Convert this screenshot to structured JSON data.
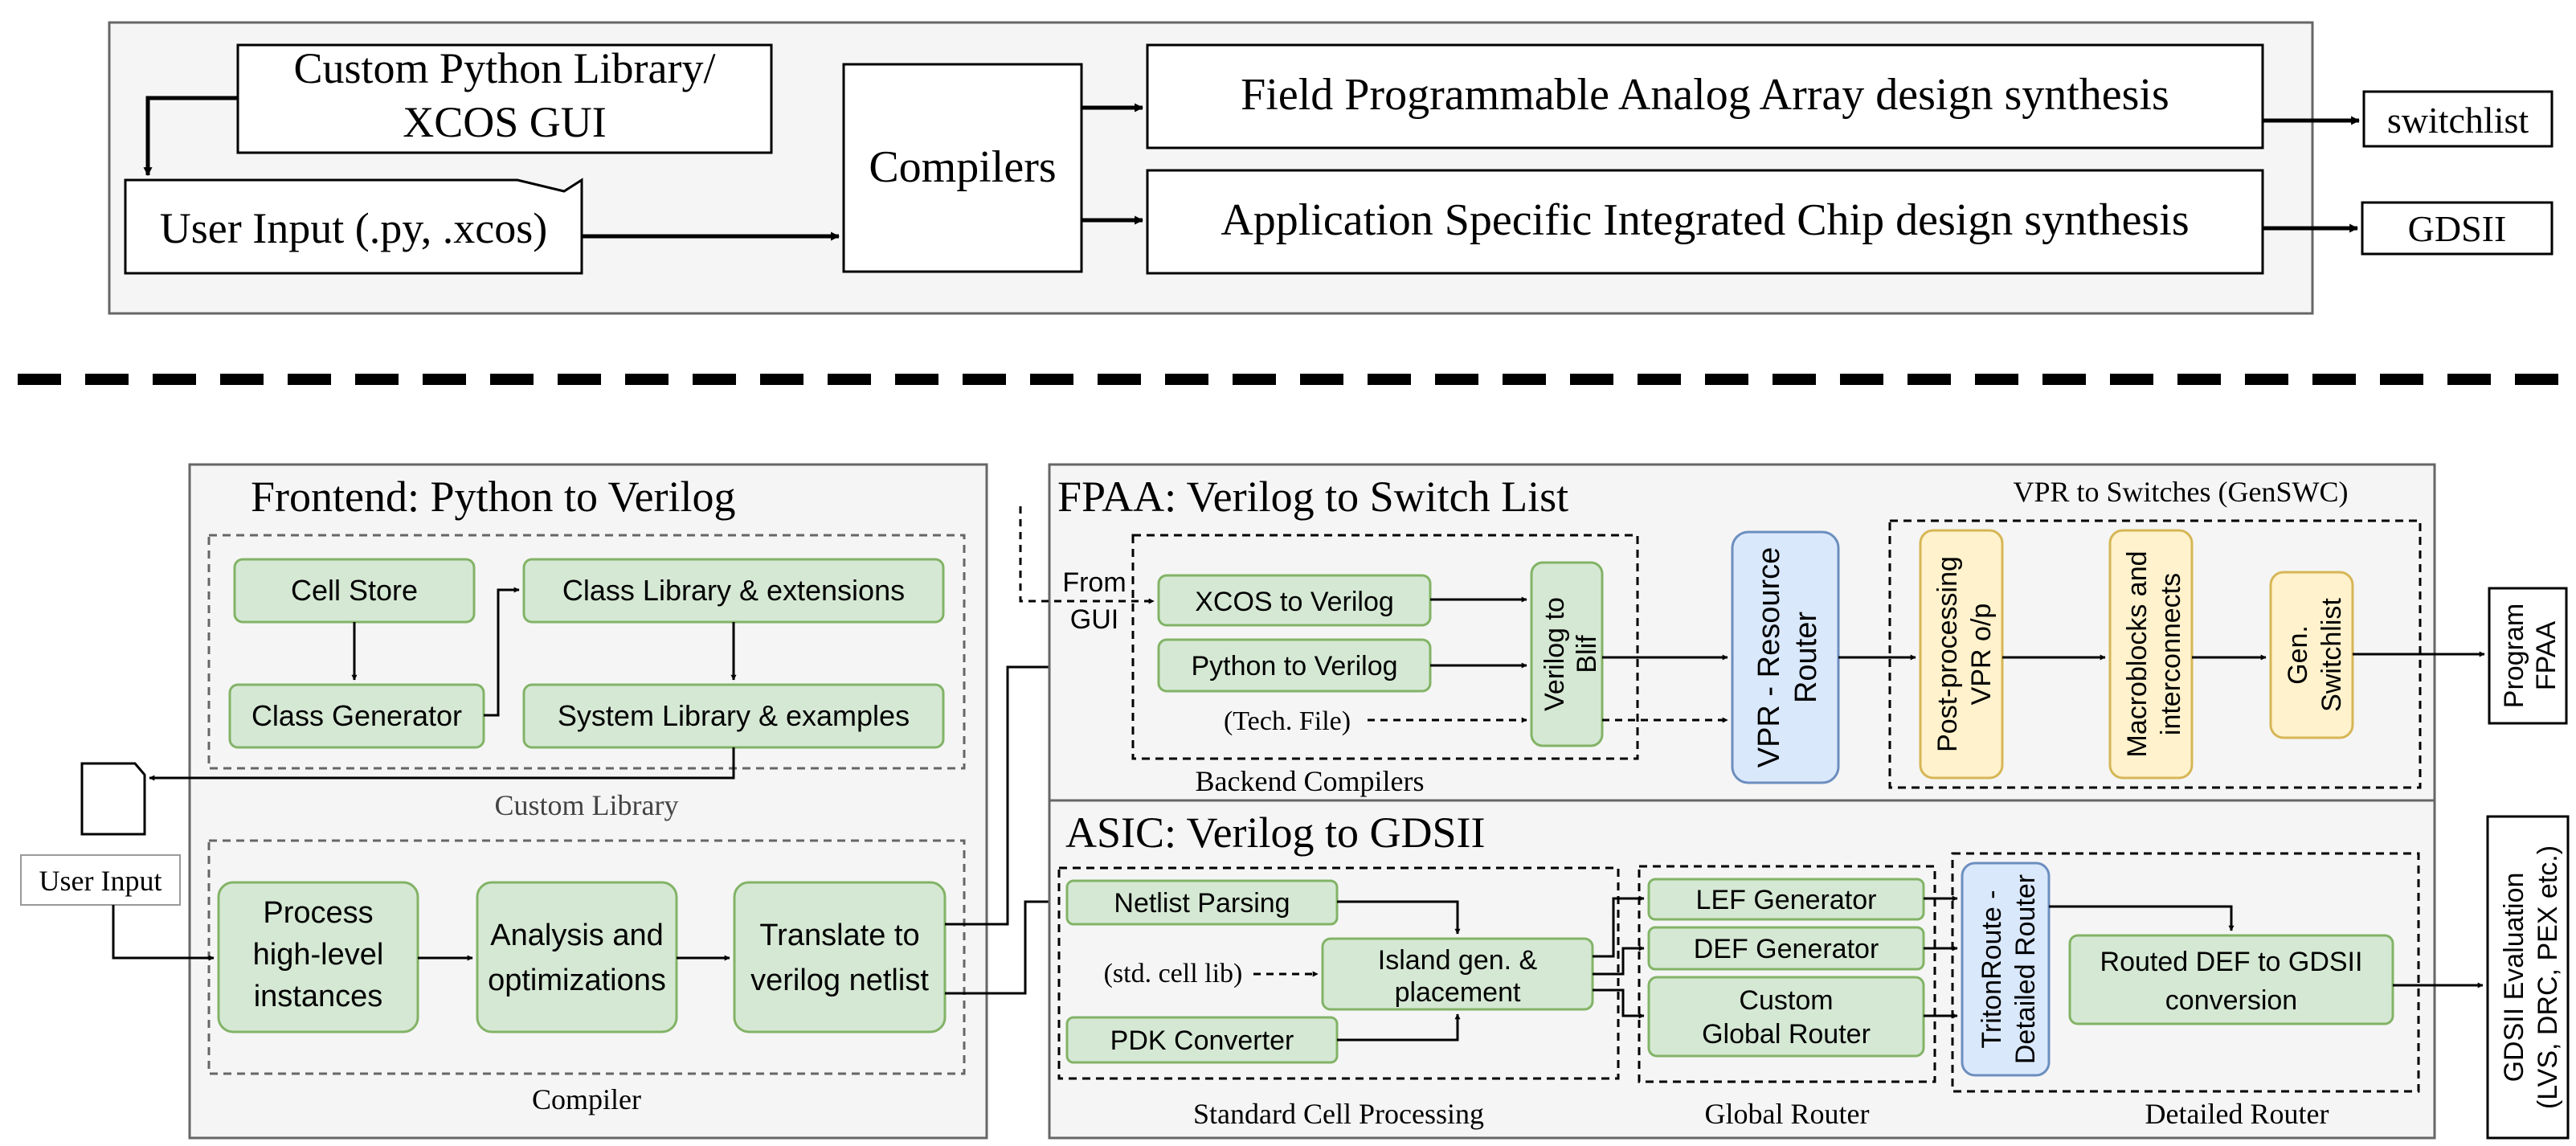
{
  "top": {
    "library_line1": "Custom Python Library/",
    "library_line2": "XCOS GUI",
    "user_input": "User Input (.py, .xcos)",
    "compilers": "Compilers",
    "fpaa_synthesis": "Field Programmable Analog Array design synthesis",
    "asic_synthesis": "Application Specific Integrated Chip design synthesis",
    "switchlist": "switchlist",
    "gdsii": "GDSII"
  },
  "frontend": {
    "title": "Frontend: Python to Verilog",
    "custom_library_caption": "Custom Library",
    "cell_store": "Cell Store",
    "class_generator": "Class Generator",
    "class_library": "Class Library & extensions",
    "system_library": "System Library & examples",
    "compiler_caption": "Compiler",
    "process_line1": "Process",
    "process_line2": "high-level",
    "process_line3": "instances",
    "analysis_line1": "Analysis and",
    "analysis_line2": "optimizations",
    "translate_line1": "Translate to",
    "translate_line2": "verilog netlist"
  },
  "user_input_label": "User Input",
  "fpaa": {
    "title": "FPAA: Verilog to Switch List",
    "from_gui_line1": "From",
    "from_gui_line2": "GUI",
    "xcos_to_verilog": "XCOS to Verilog",
    "python_to_verilog": "Python to Verilog",
    "tech_file": "(Tech. File)",
    "verilog_blif_line1": "Verilog to",
    "verilog_blif_line2": "Blif",
    "backend_caption": "Backend Compilers",
    "vpr_line1": "VPR - Resource",
    "vpr_line2": "Router",
    "genswc_caption": "VPR to Switches (GenSWC)",
    "post_line1": "Post-processing",
    "post_line2": "VPR o/p",
    "macro_line1": "Macroblocks and",
    "macro_line2": "interconnects",
    "gen_line1": "Gen.",
    "gen_line2": "Switchlist",
    "program_line1": "Program",
    "program_line2": "FPAA"
  },
  "asic": {
    "title": "ASIC: Verilog to GDSII",
    "netlist_parsing": "Netlist Parsing",
    "std_cell_lib": "(std. cell lib)",
    "island_line1": "Island gen. &",
    "island_line2": "placement",
    "pdk_converter": "PDK Converter",
    "std_cell_caption": "Standard Cell Processing",
    "lef_generator": "LEF Generator",
    "def_generator": "DEF Generator",
    "custom_line1": "Custom",
    "custom_line2": "Global Router",
    "global_router_caption": "Global Router",
    "triton_line1": "TritonRoute -",
    "triton_line2": "Detailed Router",
    "routed_line1": "Routed DEF to GDSII",
    "routed_line2": "conversion",
    "detailed_router_caption": "Detailed Router",
    "eval_line1": "GDSII Evaluation",
    "eval_line2": "(LVS, DRC, PEX etc.)"
  },
  "colors": {
    "green_fill": "#d5e8d4",
    "green_stroke": "#82b366",
    "blue_fill": "#dae8fc",
    "blue_stroke": "#6c8ebf",
    "yellow_fill": "#fff2cc",
    "yellow_stroke": "#d6b656",
    "panel_fill": "#f5f5f5",
    "panel_stroke": "#666666"
  }
}
